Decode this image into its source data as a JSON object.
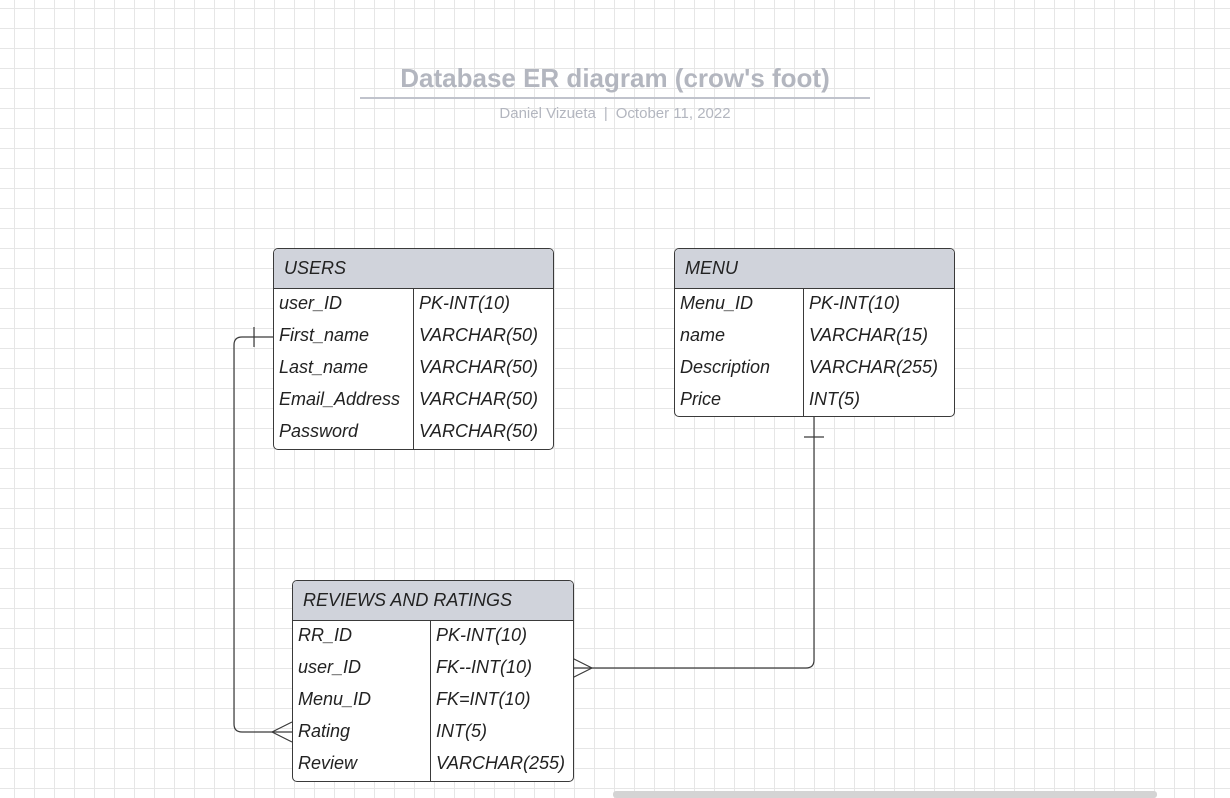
{
  "diagram": {
    "title": "Database ER diagram (crow's foot)",
    "author": "Daniel Vizueta",
    "separator": "|",
    "date": "October 11, 2022"
  },
  "entities": {
    "users": {
      "name": "USERS",
      "rows": [
        {
          "field": "user_ID",
          "type": "PK-INT(10)"
        },
        {
          "field": "First_name",
          "type": "VARCHAR(50)"
        },
        {
          "field": "Last_name",
          "type": "VARCHAR(50)"
        },
        {
          "field": "Email_Address",
          "type": "VARCHAR(50)"
        },
        {
          "field": "Password",
          "type": "VARCHAR(50)"
        }
      ]
    },
    "menu": {
      "name": "MENU",
      "rows": [
        {
          "field": "Menu_ID",
          "type": "PK-INT(10)"
        },
        {
          "field": "name",
          "type": "VARCHAR(15)"
        },
        {
          "field": "Description",
          "type": "VARCHAR(255)"
        },
        {
          "field": "Price",
          "type": "INT(5)"
        }
      ]
    },
    "reviews": {
      "name": "REVIEWS AND RATINGS",
      "rows": [
        {
          "field": "RR_ID",
          "type": "PK-INT(10)"
        },
        {
          "field": "user_ID",
          "type": "FK--INT(10)"
        },
        {
          "field": "Menu_ID",
          "type": "FK=INT(10)"
        },
        {
          "field": "Rating",
          "type": "INT(5)"
        },
        {
          "field": "Review",
          "type": "VARCHAR(255)"
        }
      ]
    }
  },
  "relationships": [
    {
      "from": "USERS",
      "to": "REVIEWS AND RATINGS",
      "from_cardinality": "one",
      "to_cardinality": "many"
    },
    {
      "from": "MENU",
      "to": "REVIEWS AND RATINGS",
      "from_cardinality": "one",
      "to_cardinality": "many"
    }
  ]
}
